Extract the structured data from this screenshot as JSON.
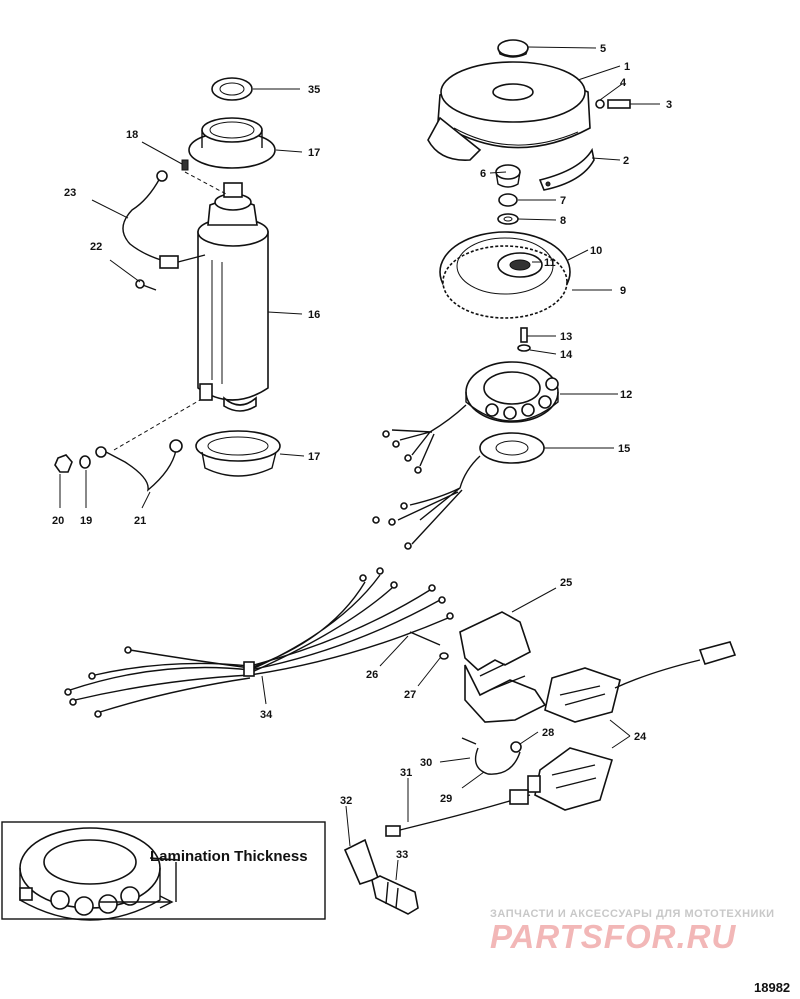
{
  "callouts": [
    "1",
    "2",
    "3",
    "4",
    "5",
    "6",
    "7",
    "8",
    "9",
    "10",
    "11",
    "12",
    "13",
    "14",
    "15",
    "16",
    "17",
    "17",
    "18",
    "19",
    "20",
    "21",
    "22",
    "23",
    "24",
    "25",
    "26",
    "27",
    "28",
    "29",
    "30",
    "31",
    "32",
    "33",
    "34",
    "35"
  ],
  "inset_label": "Lamination Thickness",
  "watermark_caption": "ЗАПЧАСТИ И АКСЕССУАРЫ ДЛЯ МОТОТЕХНИКИ",
  "watermark_brand": "PARTSFOR.RU",
  "figure_number": "18982",
  "colors": {
    "ink": "#111111",
    "paper": "#ffffff",
    "watermark": "#f2b7b7"
  }
}
